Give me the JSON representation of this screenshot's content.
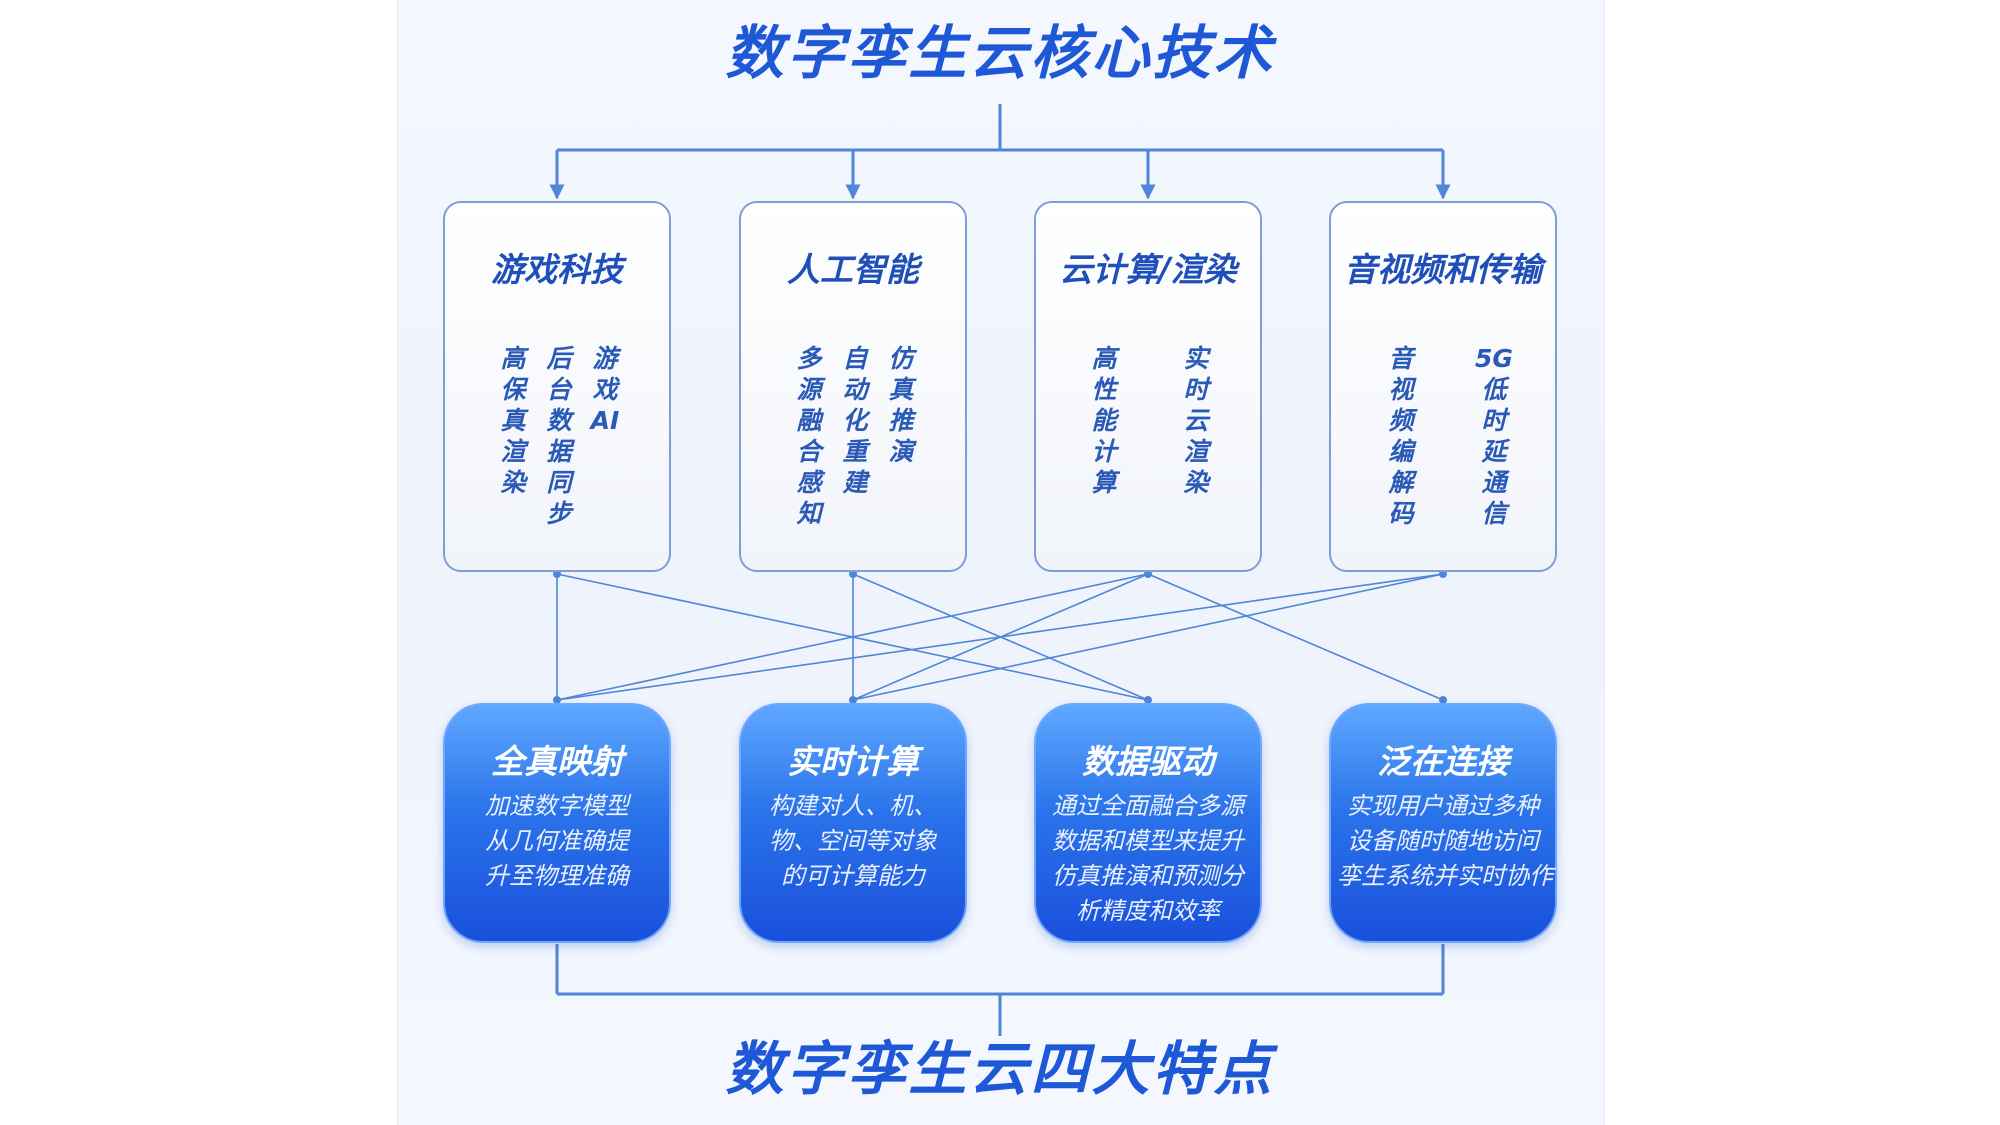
{
  "top_title": "数字孪生云核心技术",
  "bottom_title": "数字孪生云四大特点",
  "technologies": [
    {
      "title": "游戏科技",
      "items": [
        "高保真渲染",
        "后台数据同步",
        "游戏AI"
      ]
    },
    {
      "title": "人工智能",
      "items": [
        "多源融合感知",
        "自动化重建",
        "仿真推演"
      ]
    },
    {
      "title": "云计算/渲染",
      "items": [
        "高性能计算",
        "实时云渲染"
      ]
    },
    {
      "title": "音视频和传输",
      "items": [
        "音视频编解码",
        "5G低时延通信"
      ]
    }
  ],
  "features": [
    {
      "title": "全真映射",
      "lines": [
        "加速数字模型",
        "从几何准确提",
        "升至物理准确"
      ]
    },
    {
      "title": "实时计算",
      "lines": [
        "构建对人、机、",
        "物、空间等对象",
        "的可计算能力"
      ]
    },
    {
      "title": "数据驱动",
      "lines": [
        "通过全面融合多源",
        "数据和模型来提升",
        "仿真推演和预测分",
        "析精度和效率"
      ]
    },
    {
      "title": "泛在连接",
      "lines": [
        "实现用户通过多种",
        "设备随时随地访问",
        "孪生系统并实时协作"
      ]
    }
  ],
  "colors": {
    "title": "#1f58d6",
    "connector": "#4f86d8",
    "feature_fill_top": "#5fa8ff",
    "feature_fill_bottom": "#1a50dc"
  }
}
